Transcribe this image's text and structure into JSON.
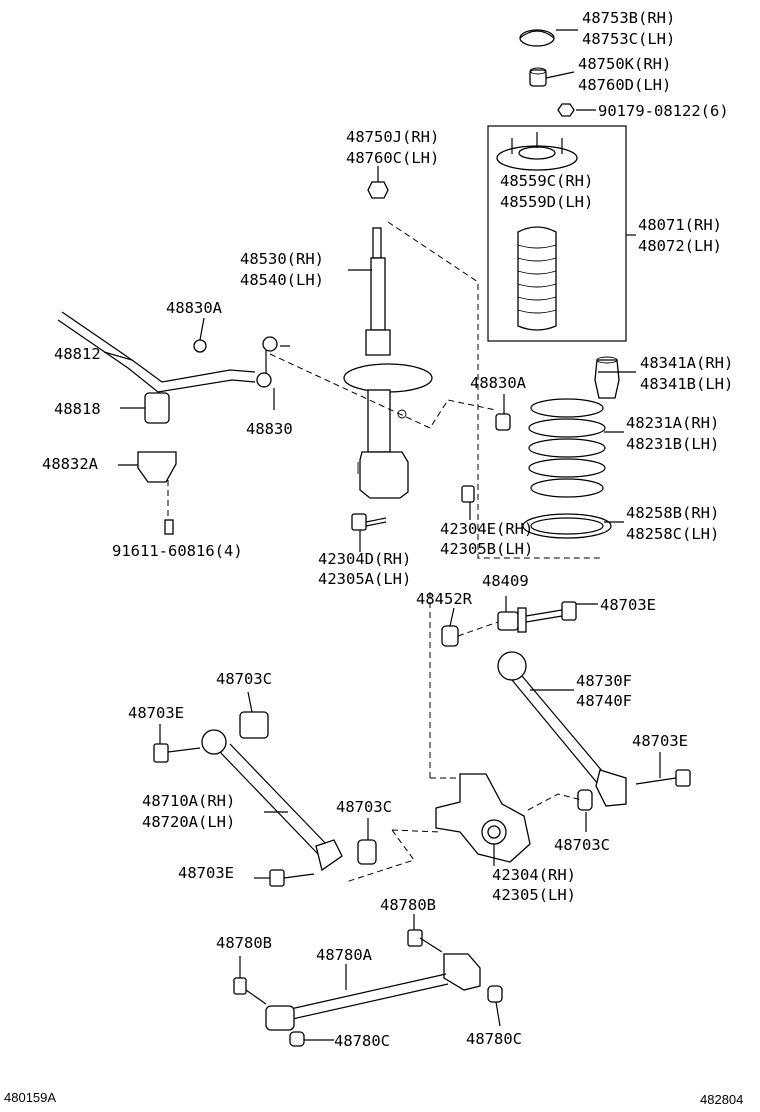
{
  "labels": [
    {
      "key": "l1",
      "lines": [
        "48753B(RH)",
        "48753C(LH)"
      ]
    },
    {
      "key": "l2",
      "lines": [
        "48750K(RH)",
        "48760D(LH)"
      ]
    },
    {
      "key": "l3",
      "lines": [
        "90179-08122(6)"
      ]
    },
    {
      "key": "l4",
      "lines": [
        "48750J(RH)",
        "48760C(LH)"
      ]
    },
    {
      "key": "l5",
      "lines": [
        "48559C(RH)",
        "48559D(LH)"
      ]
    },
    {
      "key": "l6",
      "lines": [
        "48071(RH)",
        "48072(LH)"
      ]
    },
    {
      "key": "l7",
      "lines": [
        "48530(RH)",
        "48540(LH)"
      ]
    },
    {
      "key": "l8",
      "lines": [
        "48830A"
      ]
    },
    {
      "key": "l9",
      "lines": [
        "48812"
      ]
    },
    {
      "key": "l10",
      "lines": [
        "48341A(RH)",
        "48341B(LH)"
      ]
    },
    {
      "key": "l11",
      "lines": [
        "48830A"
      ]
    },
    {
      "key": "l12",
      "lines": [
        "48818"
      ]
    },
    {
      "key": "l13",
      "lines": [
        "48830"
      ]
    },
    {
      "key": "l14",
      "lines": [
        "48231A(RH)",
        "48231B(LH)"
      ]
    },
    {
      "key": "l15",
      "lines": [
        "48832A"
      ]
    },
    {
      "key": "l16",
      "lines": [
        "48258B(RH)",
        "48258C(LH)"
      ]
    },
    {
      "key": "l17",
      "lines": [
        "42304E(RH)",
        "42305B(LH)"
      ]
    },
    {
      "key": "l18",
      "lines": [
        "91611-60816(4)"
      ]
    },
    {
      "key": "l19",
      "lines": [
        "42304D(RH)",
        "42305A(LH)"
      ]
    },
    {
      "key": "l20",
      "lines": [
        "48409"
      ]
    },
    {
      "key": "l21",
      "lines": [
        "48452R"
      ]
    },
    {
      "key": "l22",
      "lines": [
        "48703E"
      ]
    },
    {
      "key": "l23",
      "lines": [
        "48703C"
      ]
    },
    {
      "key": "l24",
      "lines": [
        "48730F",
        "48740F"
      ]
    },
    {
      "key": "l25",
      "lines": [
        "48703E"
      ]
    },
    {
      "key": "l26",
      "lines": [
        "48703E"
      ]
    },
    {
      "key": "l27",
      "lines": [
        "48710A(RH)",
        "48720A(LH)"
      ]
    },
    {
      "key": "l28",
      "lines": [
        "48703C"
      ]
    },
    {
      "key": "l29",
      "lines": [
        "48703C"
      ]
    },
    {
      "key": "l30",
      "lines": [
        "48703E"
      ]
    },
    {
      "key": "l31",
      "lines": [
        "42304(RH)",
        "42305(LH)"
      ]
    },
    {
      "key": "l32",
      "lines": [
        "48780B"
      ]
    },
    {
      "key": "l33",
      "lines": [
        "48780B"
      ]
    },
    {
      "key": "l34",
      "lines": [
        "48780A"
      ]
    },
    {
      "key": "l35",
      "lines": [
        "48780C"
      ]
    },
    {
      "key": "l36",
      "lines": [
        "48780C"
      ]
    }
  ],
  "corner_left": "480159A",
  "corner_right": "482804"
}
